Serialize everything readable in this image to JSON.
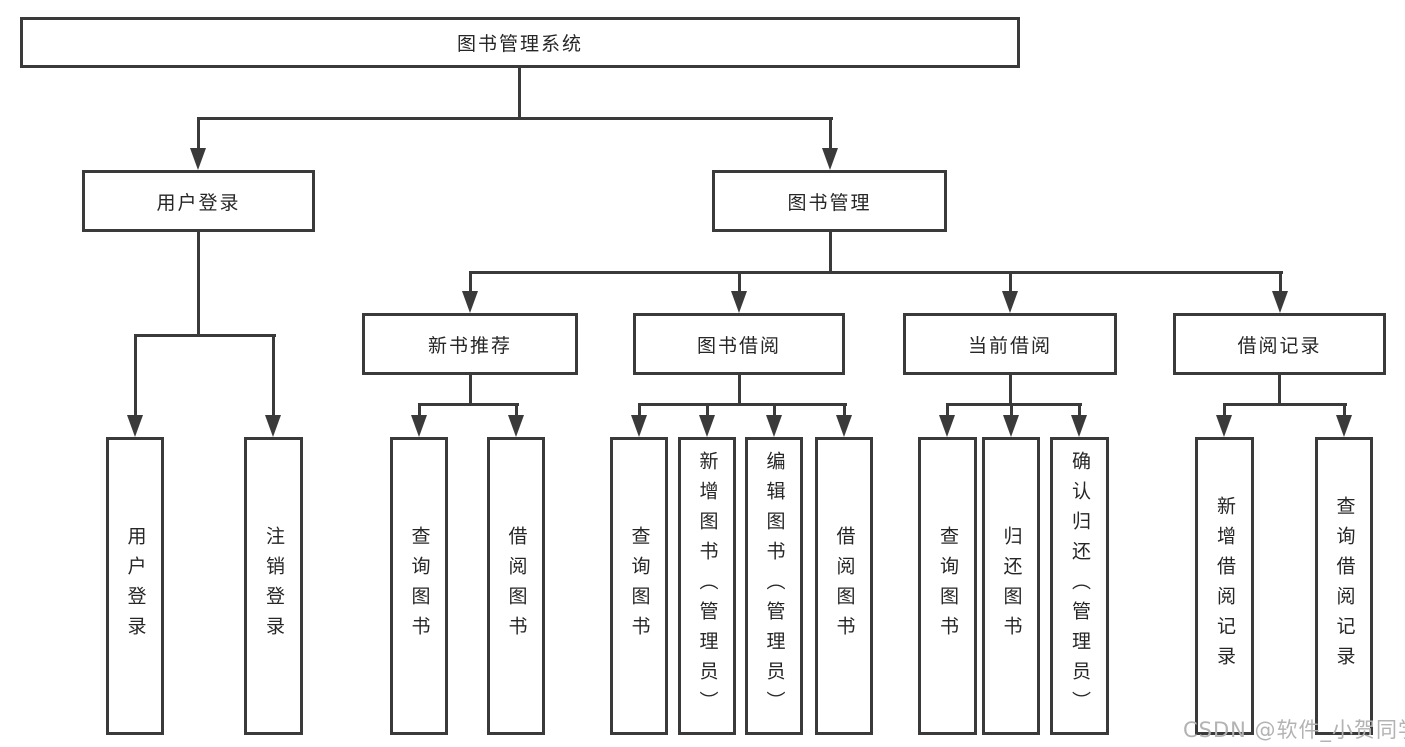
{
  "tree": {
    "root": {
      "label": "图书管理系统"
    },
    "branches": [
      {
        "label": "用户登录",
        "children": [
          {
            "label": "用户登录"
          },
          {
            "label": "注销登录"
          }
        ]
      },
      {
        "label": "图书管理",
        "children": [
          {
            "label": "新书推荐",
            "children": [
              {
                "label": "查询图书"
              },
              {
                "label": "借阅图书"
              }
            ]
          },
          {
            "label": "图书借阅",
            "children": [
              {
                "label": "查询图书"
              },
              {
                "label": "新增图书（管理员）"
              },
              {
                "label": "编辑图书（管理员）"
              },
              {
                "label": "借阅图书"
              }
            ]
          },
          {
            "label": "当前借阅",
            "children": [
              {
                "label": "查询图书"
              },
              {
                "label": "归还图书"
              },
              {
                "label": "确认归还（管理员）"
              }
            ]
          },
          {
            "label": "借阅记录",
            "children": [
              {
                "label": "新增借阅记录"
              },
              {
                "label": "查询借阅记录"
              }
            ]
          }
        ]
      }
    ]
  },
  "watermark": "CSDN @软件_小贺同学",
  "colors": {
    "line": "#3a3a3a",
    "text": "#262626",
    "watermark": "#b3b3b3",
    "background": "#ffffff"
  }
}
